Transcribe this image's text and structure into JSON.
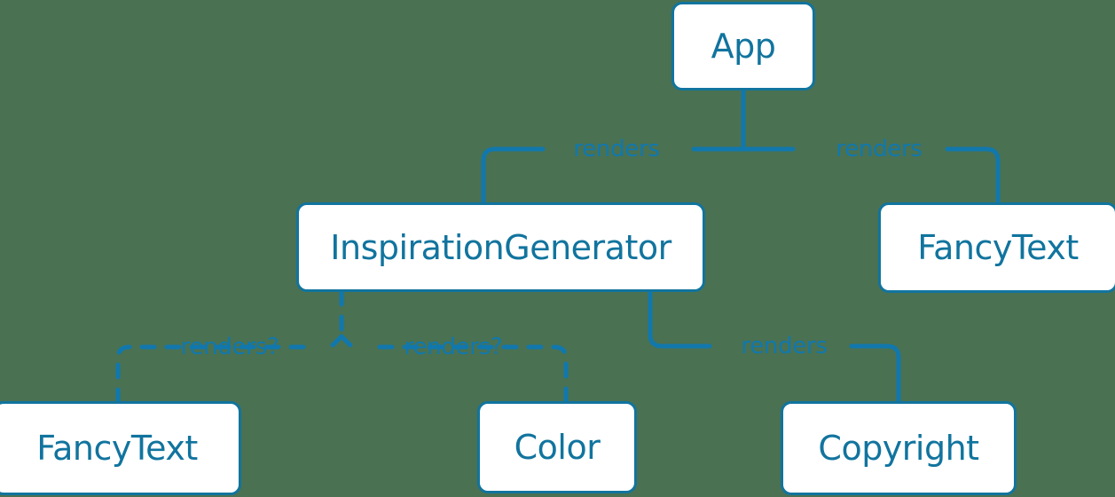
{
  "diagram": {
    "type": "component-tree",
    "background_color": "#4a7152",
    "accent_color": "#11749e",
    "line_color": "#1178ad",
    "node_fill": "#ffffff",
    "nodes": [
      {
        "id": "app",
        "label": "App"
      },
      {
        "id": "inspiration",
        "label": "InspirationGenerator"
      },
      {
        "id": "fancytext_right",
        "label": "FancyText"
      },
      {
        "id": "fancytext_left",
        "label": "FancyText"
      },
      {
        "id": "color",
        "label": "Color"
      },
      {
        "id": "copyright",
        "label": "Copyright"
      }
    ],
    "edges": [
      {
        "from": "app",
        "to": "inspiration",
        "label": "renders",
        "style": "solid"
      },
      {
        "from": "app",
        "to": "fancytext_right",
        "label": "renders",
        "style": "solid"
      },
      {
        "from": "inspiration",
        "to": "fancytext_left",
        "label": "renders?",
        "style": "dashed"
      },
      {
        "from": "inspiration",
        "to": "color",
        "label": "renders?",
        "style": "dashed"
      },
      {
        "from": "inspiration",
        "to": "copyright",
        "label": "renders",
        "style": "solid"
      }
    ],
    "edge_labels": [
      {
        "id": "label_app_inspiration",
        "text": "renders"
      },
      {
        "id": "label_app_fancytext",
        "text": "renders"
      },
      {
        "id": "label_insp_fancytext",
        "text": "renders?"
      },
      {
        "id": "label_insp_color",
        "text": "renders?"
      },
      {
        "id": "label_insp_copyright",
        "text": "renders"
      }
    ]
  }
}
